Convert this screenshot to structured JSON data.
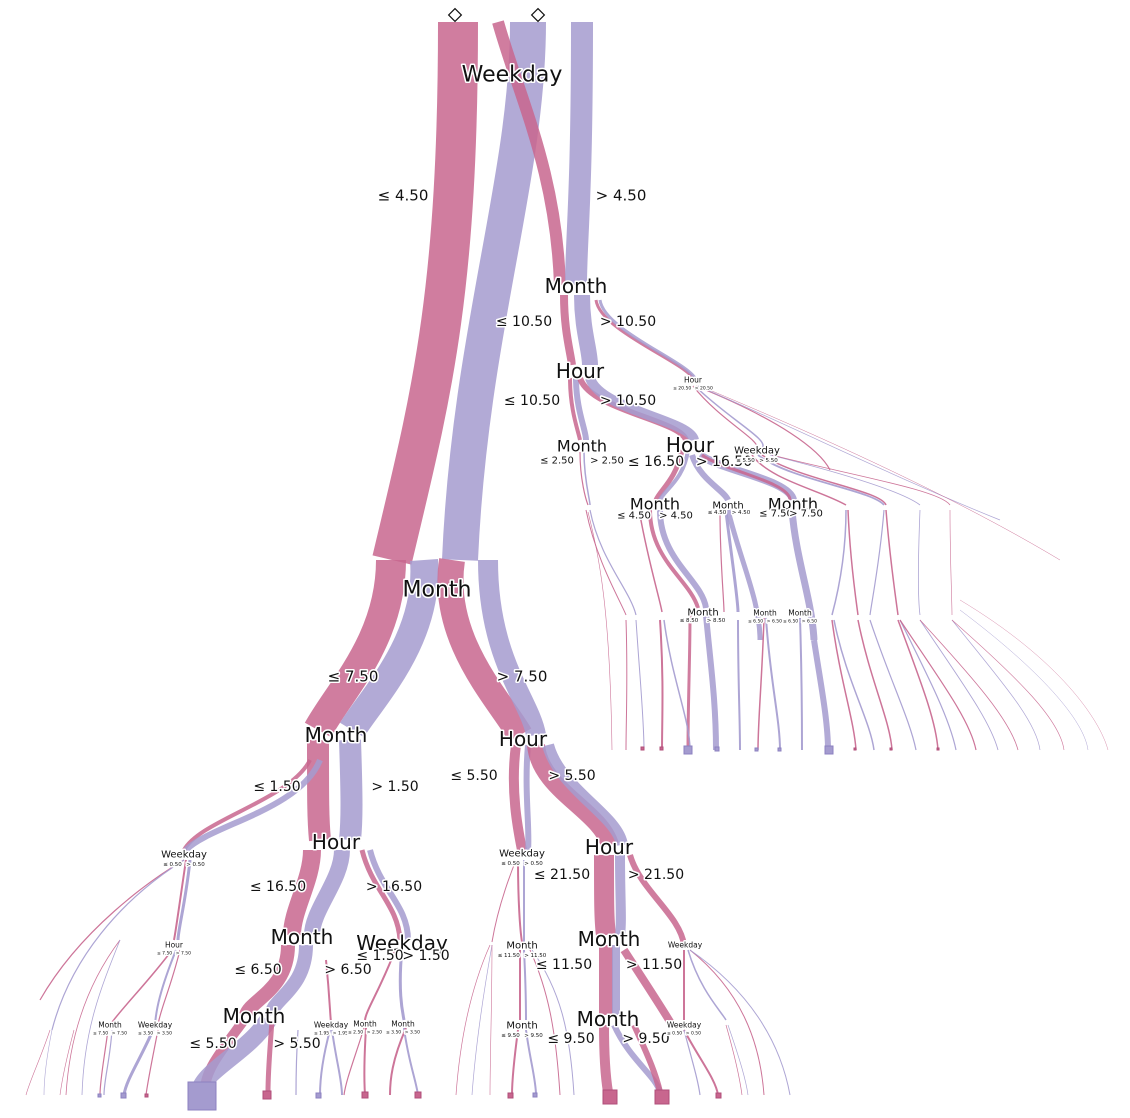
{
  "colors": {
    "class_a": "#c8668e",
    "class_b": "#a49bcf",
    "class_a_dark": "#b04f7a",
    "class_b_dark": "#8c82c0",
    "label": "#111111",
    "background": "#ffffff"
  },
  "root_icons": [
    "diamond-icon",
    "diamond-icon"
  ],
  "nodes": [
    {
      "id": "n0",
      "feature": "Weekday",
      "left": "≤ 4.50",
      "right": "> 4.50",
      "tier": "xl"
    },
    {
      "id": "n1",
      "feature": "Month",
      "left": "≤ 7.50",
      "right": "> 7.50",
      "tier": "xl"
    },
    {
      "id": "n2",
      "feature": "Month",
      "left": "≤ 10.50",
      "right": "> 10.50",
      "tier": "l"
    },
    {
      "id": "n3",
      "feature": "Hour",
      "left": "≤ 10.50",
      "right": "> 10.50",
      "tier": "l"
    },
    {
      "id": "n4",
      "feature": "Hour",
      "left": "≤ 20.50",
      "right": "> 20.50",
      "tier": "xs"
    },
    {
      "id": "n5",
      "feature": "Month",
      "left": "≤ 2.50",
      "right": "> 2.50",
      "tier": "m"
    },
    {
      "id": "n6",
      "feature": "Hour",
      "left": "≤ 16.50",
      "right": "> 16.50",
      "tier": "l"
    },
    {
      "id": "n7",
      "feature": "Weekday",
      "left": "≤ 5.50",
      "right": "> 5.50",
      "tier": "s"
    },
    {
      "id": "n8",
      "feature": "Month",
      "left": "≤ 4.50",
      "right": "> 4.50",
      "tier": "m"
    },
    {
      "id": "n9",
      "feature": "Month",
      "left": "≤ 4.50",
      "right": "> 4.50",
      "tier": "s"
    },
    {
      "id": "n10",
      "feature": "Month",
      "left": "≤ 7.50",
      "right": "> 7.50",
      "tier": "m"
    },
    {
      "id": "n11",
      "feature": "Month",
      "left": "≤ 8.50",
      "right": "> 8.50",
      "tier": "s"
    },
    {
      "id": "n12",
      "feature": "Month",
      "left": "≤ 6.50",
      "right": "> 6.50",
      "tier": "xs"
    },
    {
      "id": "n13",
      "feature": "Month",
      "left": "≤ 6.50",
      "right": "> 6.50",
      "tier": "xs"
    },
    {
      "id": "n14",
      "feature": "Month",
      "left": "≤ 1.50",
      "right": "> 1.50",
      "tier": "l"
    },
    {
      "id": "n15",
      "feature": "Hour",
      "left": "≤ 5.50",
      "right": "> 5.50",
      "tier": "l"
    },
    {
      "id": "n16",
      "feature": "Weekday",
      "left": "≤ 0.50",
      "right": "> 0.50",
      "tier": "s"
    },
    {
      "id": "n17",
      "feature": "Hour",
      "left": "≤ 16.50",
      "right": "> 16.50",
      "tier": "l"
    },
    {
      "id": "n18",
      "feature": "Weekday",
      "left": "≤ 0.50",
      "right": "> 0.50",
      "tier": "s"
    },
    {
      "id": "n19",
      "feature": "Hour",
      "left": "≤ 21.50",
      "right": "> 21.50",
      "tier": "l"
    },
    {
      "id": "n20",
      "feature": "Hour",
      "left": "≤ 7.50",
      "right": "> 7.50",
      "tier": "xs"
    },
    {
      "id": "n21",
      "feature": "Month",
      "left": "≤ 6.50",
      "right": "> 6.50",
      "tier": "l"
    },
    {
      "id": "n22",
      "feature": "Weekday",
      "left": "≤ 1.50",
      "right": "> 1.50",
      "tier": "l"
    },
    {
      "id": "n23",
      "feature": "Month",
      "left": "≤ 11.50",
      "right": "> 11.50",
      "tier": "s"
    },
    {
      "id": "n24",
      "feature": "Month",
      "left": "≤ 11.50",
      "right": "> 11.50",
      "tier": "l"
    },
    {
      "id": "n25",
      "feature": "Weekday",
      "left": "",
      "right": "",
      "tier": "xs"
    },
    {
      "id": "n26",
      "feature": "Weekday",
      "left": "≤ 3.50",
      "right": "> 3.50",
      "tier": "xs"
    },
    {
      "id": "n27",
      "feature": "Month",
      "left": "≤ 5.50",
      "right": "> 5.50",
      "tier": "l"
    },
    {
      "id": "n28",
      "feature": "Weekday",
      "left": "≤ 1.95",
      "right": "> 1.95",
      "tier": "xs"
    },
    {
      "id": "n29",
      "feature": "Month",
      "left": "≤ 2.50",
      "right": "> 2.50",
      "tier": "xs"
    },
    {
      "id": "n30",
      "feature": "Month",
      "left": "≤ 3.50",
      "right": "> 3.50",
      "tier": "xs"
    },
    {
      "id": "n31",
      "feature": "Month",
      "left": "≤ 9.50",
      "right": "> 9.50",
      "tier": "s"
    },
    {
      "id": "n32",
      "feature": "Month",
      "left": "≤ 9.50",
      "right": "> 9.50",
      "tier": "l"
    },
    {
      "id": "n33",
      "feature": "Weekday",
      "left": "≤ 0.50",
      "right": "> 0.50",
      "tier": "xs"
    },
    {
      "id": "n34",
      "feature": "Month",
      "left": "≤ 7.50",
      "right": "> 7.50",
      "tier": "xs"
    }
  ]
}
